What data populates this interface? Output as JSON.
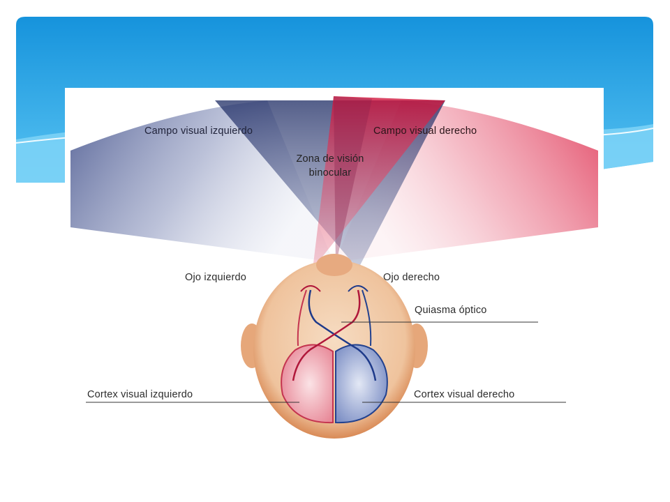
{
  "diagram": {
    "field_left_label": "Campo visual izquierdo",
    "field_right_label": "Campo visual derecho",
    "binocular_zone_line1": "Zona de visión",
    "binocular_zone_line2": "binocular",
    "eye_left_label": "Ojo izquierdo",
    "eye_right_label": "Ojo derecho",
    "chiasm_label": "Quiasma óptico",
    "cortex_left_label": "Cortex visual izquierdo",
    "cortex_right_label": "Cortex visual derecho"
  },
  "colors": {
    "header_blue": "#1a9be0",
    "left_field_blue": "#1f2f6e",
    "right_field_red": "#d3193b",
    "head_skin": "#f0c9a6",
    "head_rim": "#d68a5a"
  }
}
